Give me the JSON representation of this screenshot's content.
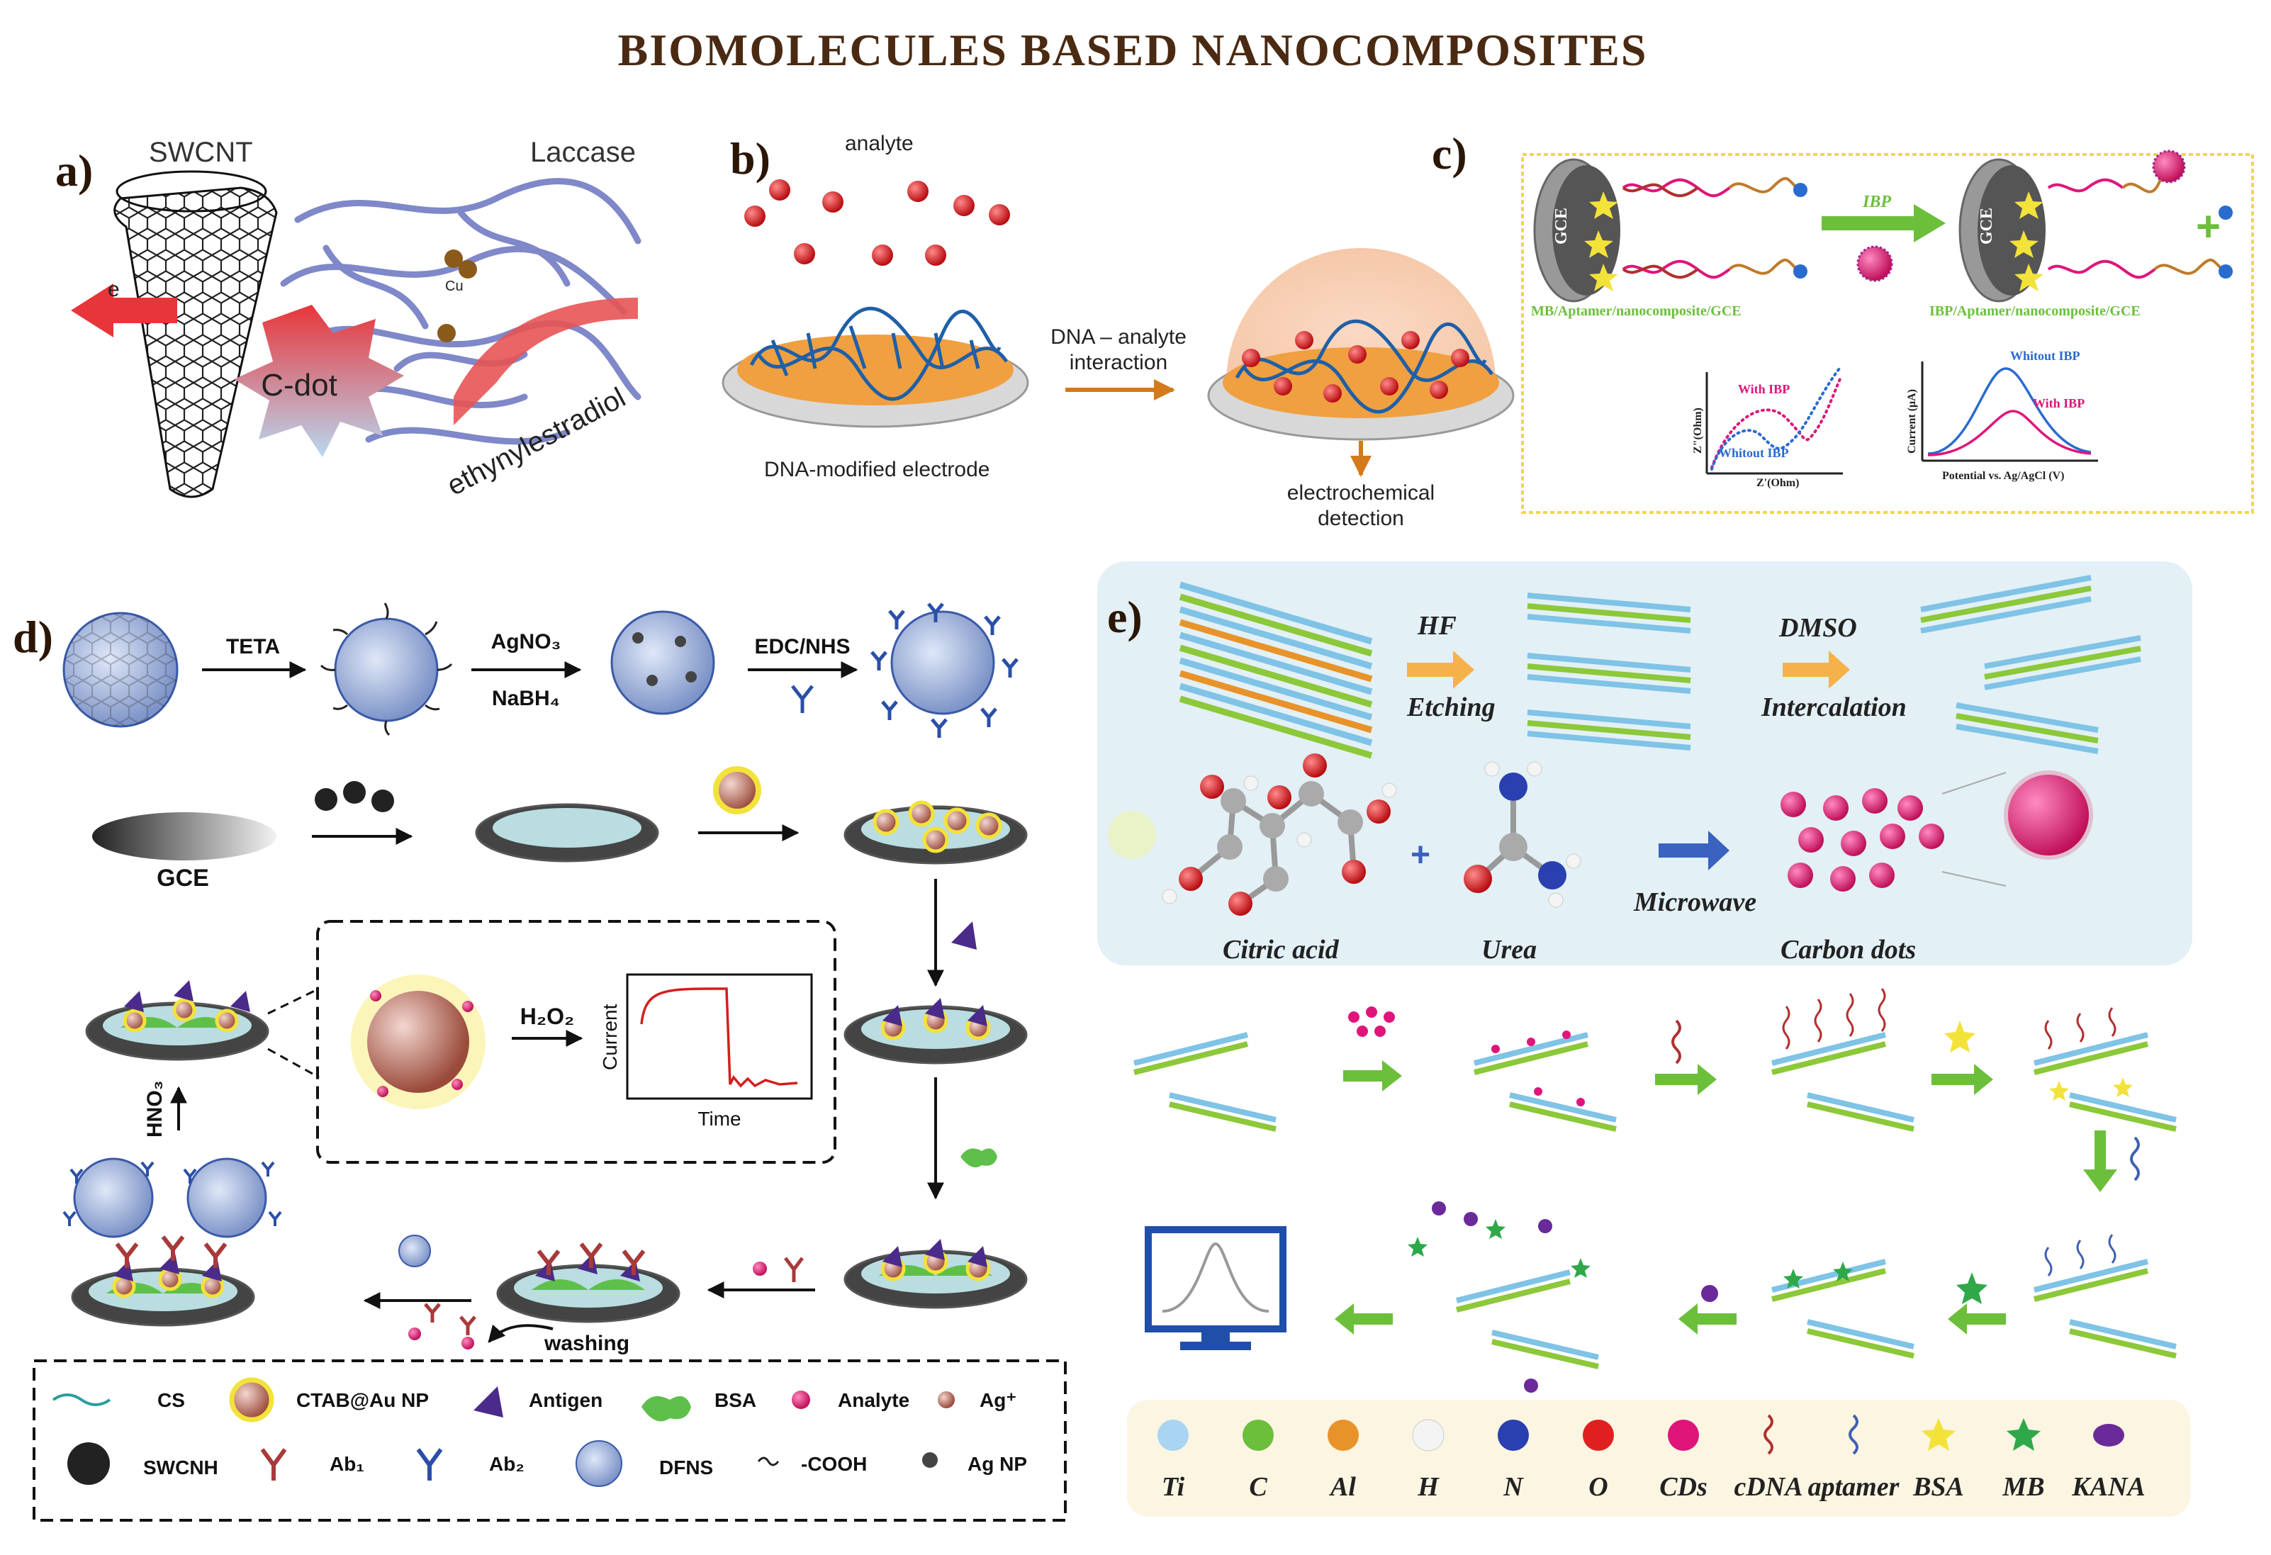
{
  "title": "BIOMOLECULES BASED NANOCOMPOSITES",
  "colors": {
    "title": "#4a2a12",
    "panel_label": "#2b1606",
    "arrow_green": "#6cbf3a",
    "arrow_orange": "#e39a3a",
    "red_ball": "#d81f26",
    "dna_blue": "#1f5fa8",
    "electrode_orange": "#f0a040"
  },
  "panel_a": {
    "label": "a)",
    "swcnt": "SWCNT",
    "laccase": "Laccase",
    "cdot": "C-dot",
    "electron": "e",
    "substrate": "ethynylestradiol",
    "cu": "Cu"
  },
  "panel_b": {
    "label": "b)",
    "analyte": "analyte",
    "interaction": "DNA – analyte\ninteraction",
    "electrode": "DNA-modified electrode",
    "detection": "electrochemical\ndetection"
  },
  "panel_c": {
    "label": "c)",
    "gce": "GCE",
    "ibp": "IBP",
    "left_caption": "MB/Aptamer/nanocomposite/GCE",
    "right_caption": "IBP/Aptamer/nanocomposite/GCE",
    "nyquist": {
      "ylabel": "Z\"(Ohm)",
      "xlabel": "Z'(Ohm)",
      "with": "With IBP",
      "without": "Whitout IBP"
    },
    "dpv": {
      "ylabel": "Current (μA)",
      "xlabel": "Potential vs. Ag/AgCl (V)",
      "without": "Whitout IBP",
      "with": "With IBP"
    }
  },
  "panel_d": {
    "label": "d)",
    "teta": "TETA",
    "agno3": "AgNO₃",
    "nabh4": "NaBH₄",
    "edcnhs": "EDC/NHS",
    "gce": "GCE",
    "h2o2": "H₂O₂",
    "current": "Current",
    "time": "Time",
    "hno3": "HNO₃",
    "washing": "washing",
    "legend": [
      "CS",
      "CTAB@Au NP",
      "Antigen",
      "BSA",
      "Analyte",
      "Ag⁺",
      "SWCNH",
      "Ab₁",
      "Ab₂",
      "DFNS",
      "-COOH",
      "Ag NP"
    ]
  },
  "panel_e": {
    "label": "e)",
    "hf": "HF",
    "etching": "Etching",
    "dmso": "DMSO",
    "intercalation": "Intercalation",
    "citric": "Citric acid",
    "urea": "Urea",
    "microwave": "Microwave",
    "cdots": "Carbon dots",
    "legend": [
      "Ti",
      "C",
      "Al",
      "H",
      "N",
      "O",
      "CDs",
      "cDNA",
      "aptamer",
      "BSA",
      "MB",
      "KANA"
    ],
    "legend_colors": [
      "#a9d4f2",
      "#6cbf3a",
      "#e8932a",
      "#f4f4f4",
      "#2a3fb0",
      "#e02020",
      "#e0157a",
      "#b03030",
      "#4060b0",
      "#f3e23a",
      "#2fa84a",
      "#6a2a9a"
    ]
  }
}
